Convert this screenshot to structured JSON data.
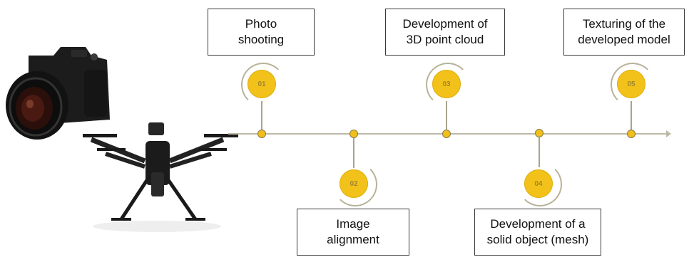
{
  "colors": {
    "accent": "#f2c21a",
    "line": "#bdb9a6",
    "box_border": "#3a3a3a"
  },
  "icons": {
    "camera": "camera-icon",
    "drone": "drone-icon"
  },
  "steps": [
    {
      "number": "01",
      "label": "Photo\nshooting"
    },
    {
      "number": "02",
      "label": "Image\nalignment"
    },
    {
      "number": "03",
      "label": "Development of\n3D point cloud"
    },
    {
      "number": "04",
      "label": "Development of a\nsolid object (mesh)"
    },
    {
      "number": "05",
      "label": "Texturing of the\ndeveloped model"
    }
  ]
}
